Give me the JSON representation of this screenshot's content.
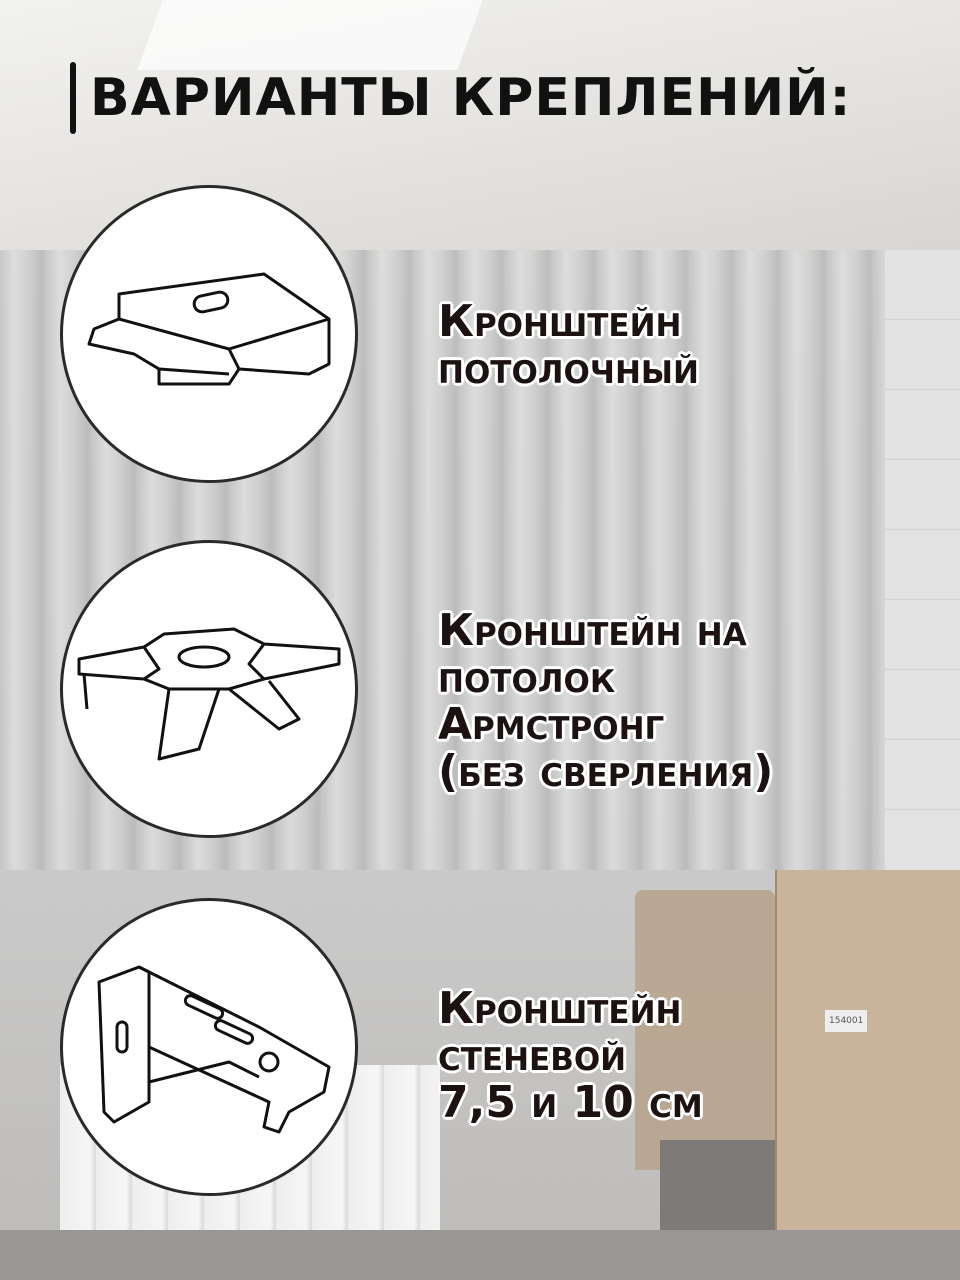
{
  "title": "ВАРИАНТЫ КРЕПЛЕНИЙ:",
  "items": [
    {
      "line1": "Кронштейн",
      "line2": "потолочный",
      "icon": "ceiling-bracket-icon"
    },
    {
      "line1": "Кронштейн на",
      "line2": "потолок",
      "line3": "Армстронг",
      "line4": "(без сверления)",
      "icon": "armstrong-bracket-icon"
    },
    {
      "line1": "Кронштейн",
      "line2": "стеневой",
      "line3": "7,5 и 10 см",
      "icon": "wall-bracket-icon"
    }
  ],
  "background": {
    "box_label": "154001"
  }
}
